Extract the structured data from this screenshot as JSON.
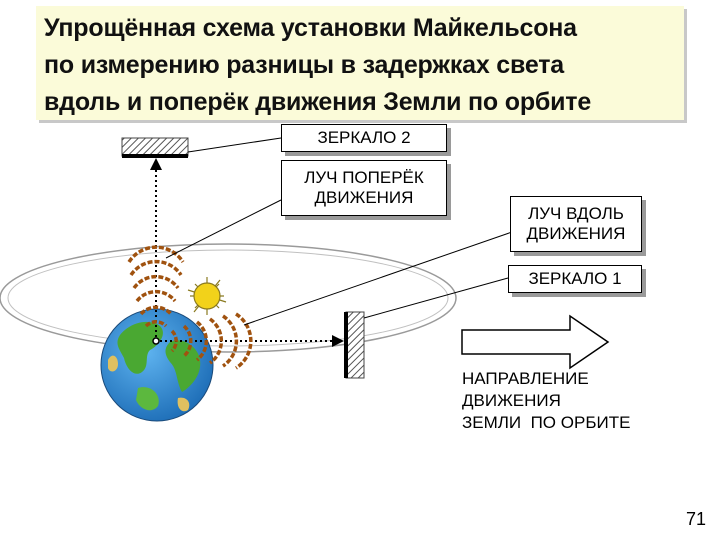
{
  "title": {
    "lines": [
      "Упрощённая схема установки Майкельсона",
      "по измерению разницы в задержках света",
      "вдоль и поперёк движения Земли по орбите"
    ]
  },
  "labels": {
    "mirror2": "ЗЕРКАЛО 2",
    "beam_transverse": [
      "ЛУЧ ПОПЕРЁК",
      "ДВИЖЕНИЯ"
    ],
    "beam_longitudinal": [
      "ЛУЧ ВДОЛЬ",
      "ДВИЖЕНИЯ"
    ],
    "mirror1": "ЗЕРКАЛО 1",
    "direction": [
      "НАПРАВЛЕНИЕ",
      "ДВИЖЕНИЯ",
      "ЗЕМЛИ  ПО ОРБИТЕ"
    ]
  },
  "page_number": "71",
  "colors": {
    "title_bg": "#fbfbd9",
    "wave": "#a0520f",
    "earth_ocean": "#2f8fd8",
    "earth_land": "#4aa832",
    "sun": "#f2d21a"
  }
}
